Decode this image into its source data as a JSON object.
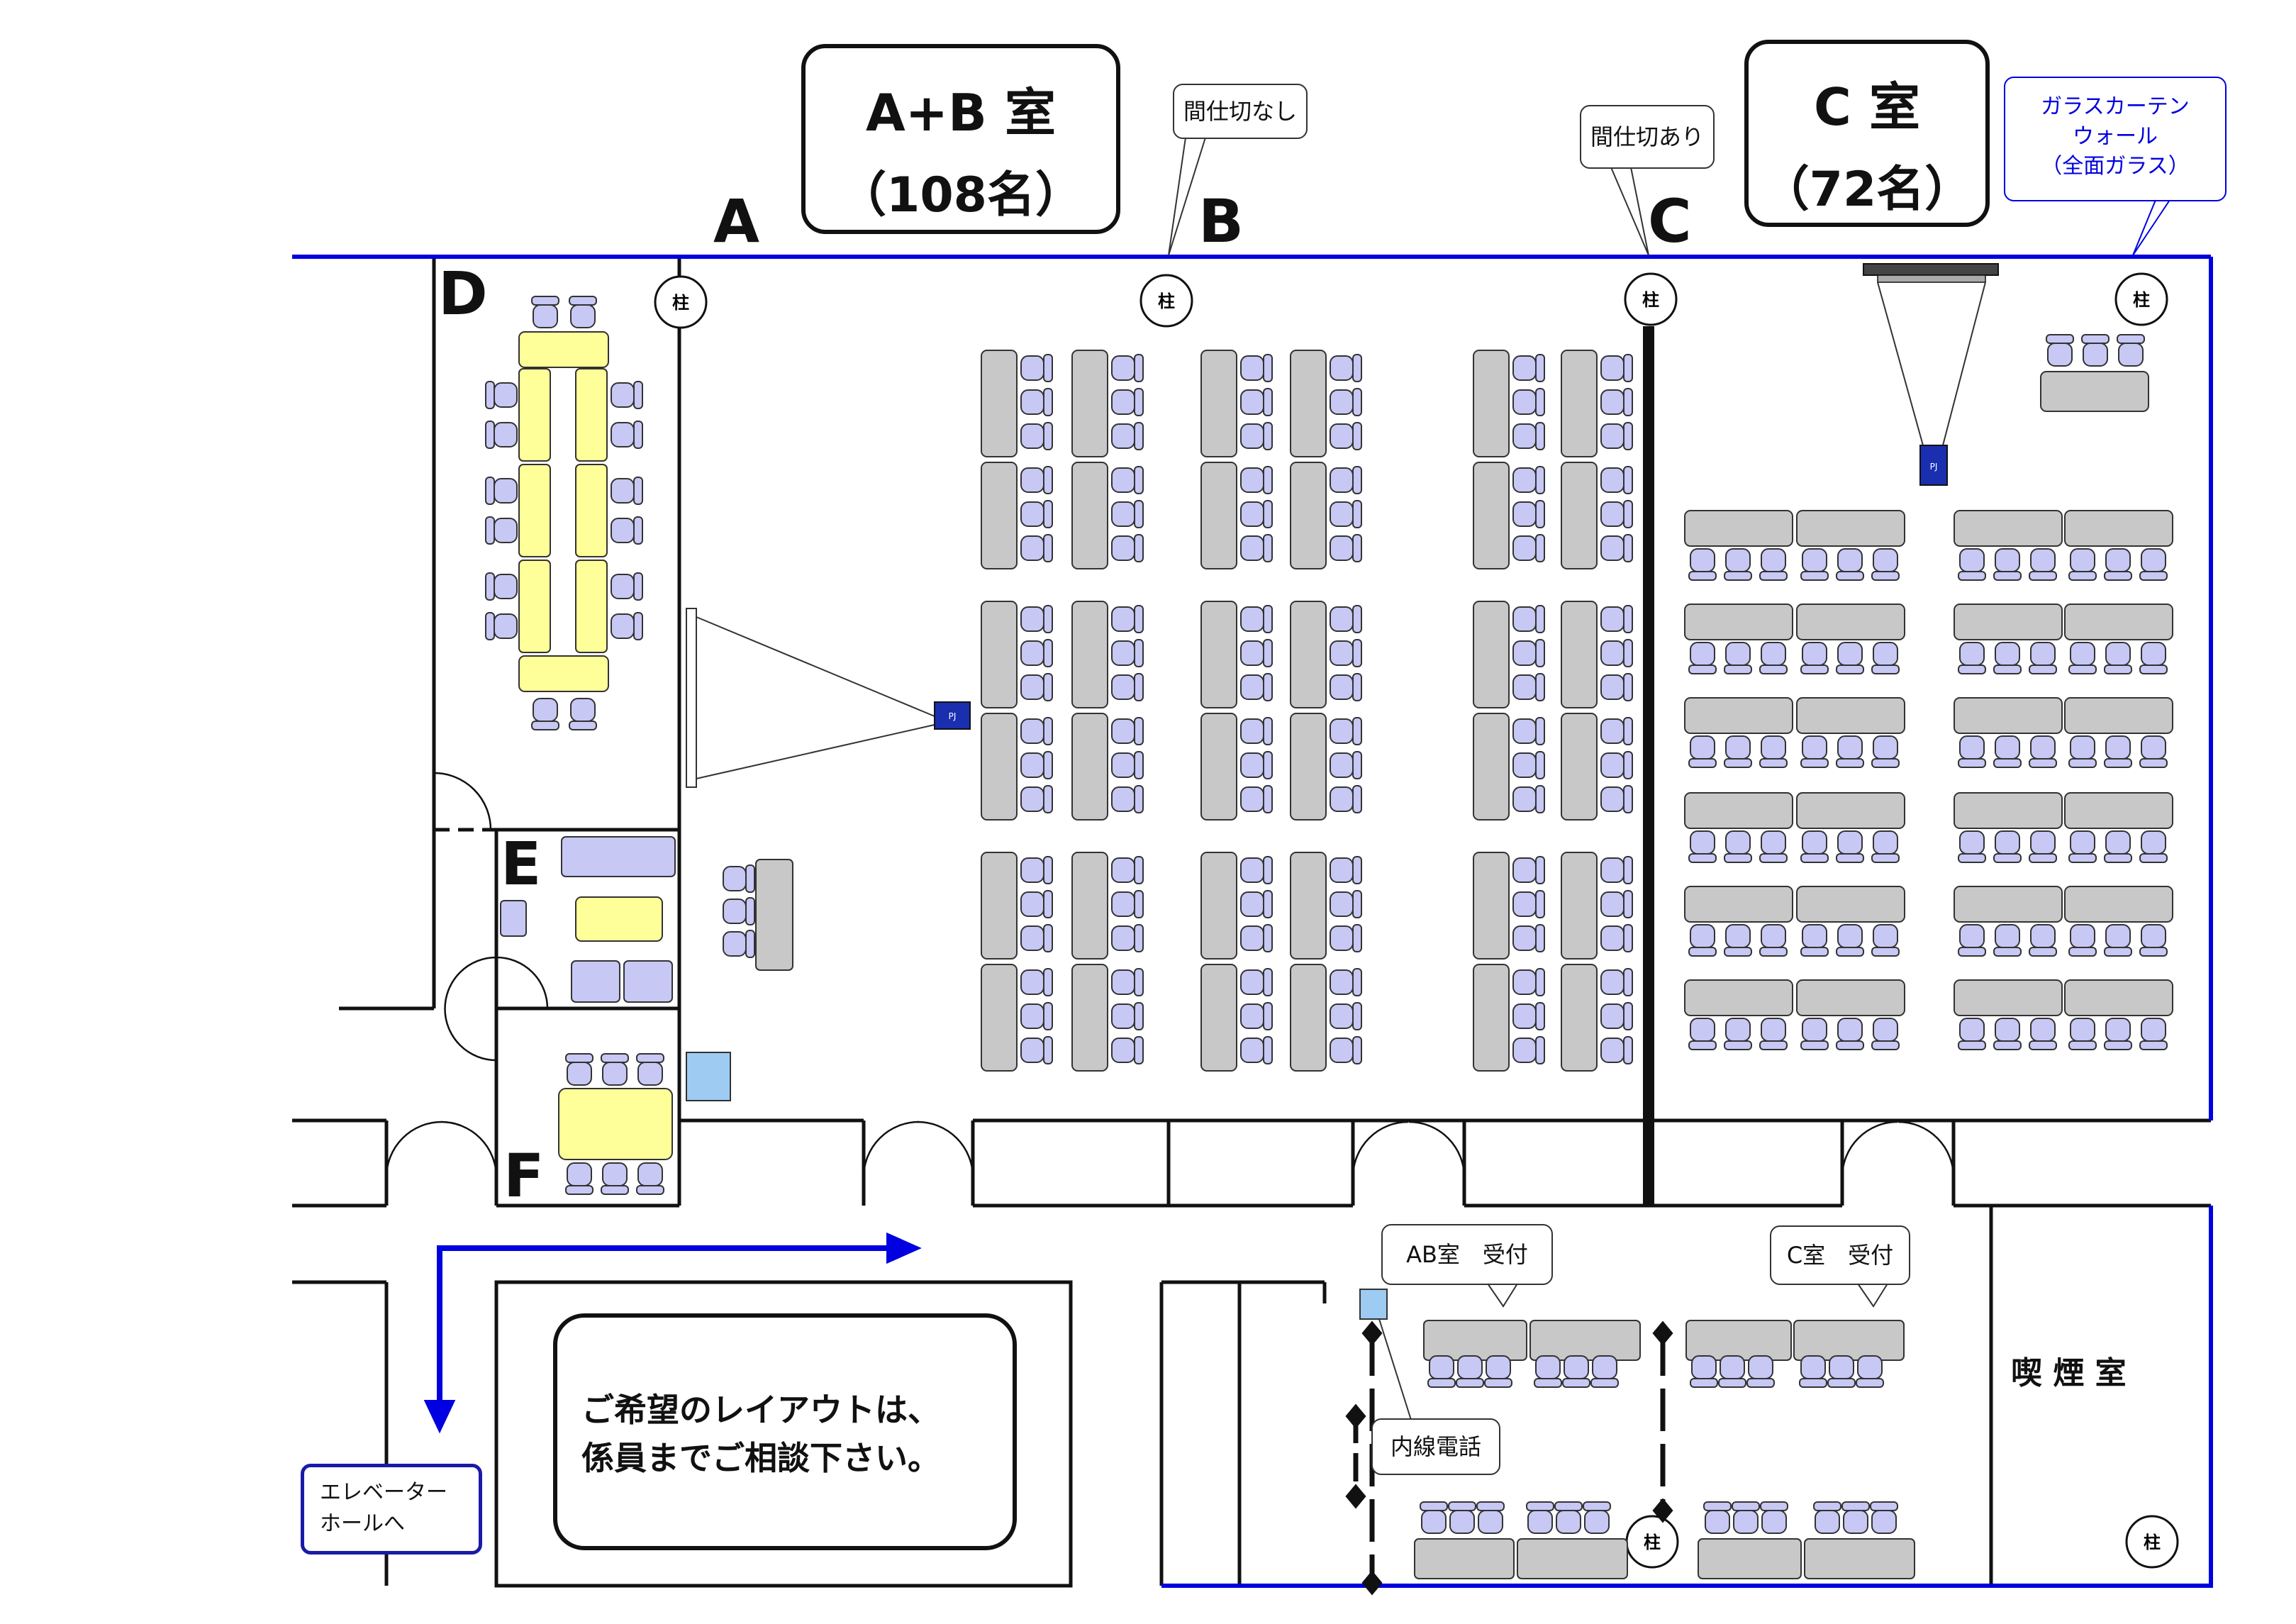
{
  "rooms": {
    "ab": {
      "name": "A+B 室",
      "capacity": "（108名）"
    },
    "c": {
      "name": "C 室",
      "capacity": "（72名）"
    }
  },
  "letters": {
    "a": "A",
    "b": "B",
    "c": "C",
    "d": "D",
    "e": "E",
    "f": "F"
  },
  "callouts": {
    "no_partition": "間仕切なし",
    "partition": "間仕切あり",
    "glass_line1": "ガラスカーテン",
    "glass_line2": "ウォール",
    "glass_line3": "（全面ガラス）",
    "ab_reception": "AB室　受付",
    "c_reception": "C室　受付",
    "extension_phone": "内線電話",
    "elevator_line1": "エレベーター",
    "elevator_line2": "ホールへ",
    "smoking": "喫 煙 室"
  },
  "notice": {
    "line1": "ご希望のレイアウトは、",
    "line2": "係員までご相談下さい。"
  },
  "pillar_label": "柱",
  "projector_label": "PJ",
  "colors": {
    "wall_blue": "#0000e0",
    "chair": "#c8c8f5",
    "table_gray": "#c8c8c8",
    "table_yellow": "#ffff99",
    "projector": "#1a2fb0"
  }
}
